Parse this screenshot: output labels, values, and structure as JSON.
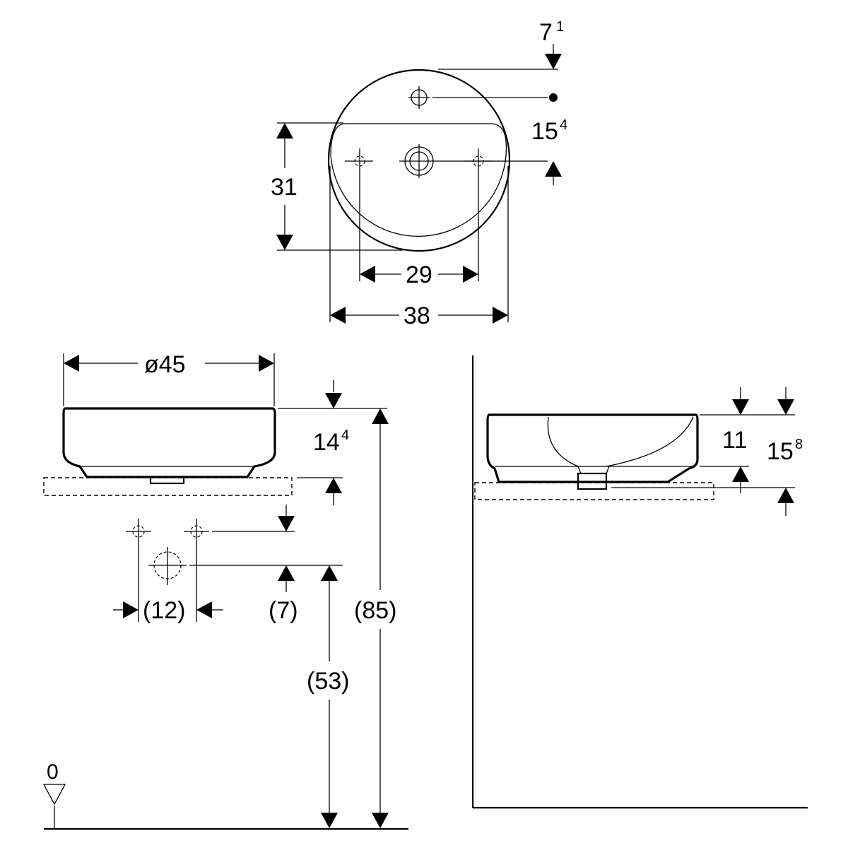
{
  "top_view": {
    "dim_offset": {
      "main": "7",
      "sup": "1"
    },
    "dim_tap_to_waste": {
      "main": "15",
      "sup": "4"
    },
    "dim_depth": "31",
    "dim_holes": "29",
    "dim_width": "38"
  },
  "side_view": {
    "dim_diameter": "ø45",
    "dim_height": {
      "main": "14",
      "sup": "4"
    },
    "dim_supply_spacing": "(12)",
    "dim_supply_offset": "(7)",
    "dim_waste_height": "(53)",
    "dim_top_height": "(85)",
    "floor_label": "0"
  },
  "section_view": {
    "dim_bowl_depth": "11",
    "dim_overall_height": {
      "main": "15",
      "sup": "8"
    }
  }
}
